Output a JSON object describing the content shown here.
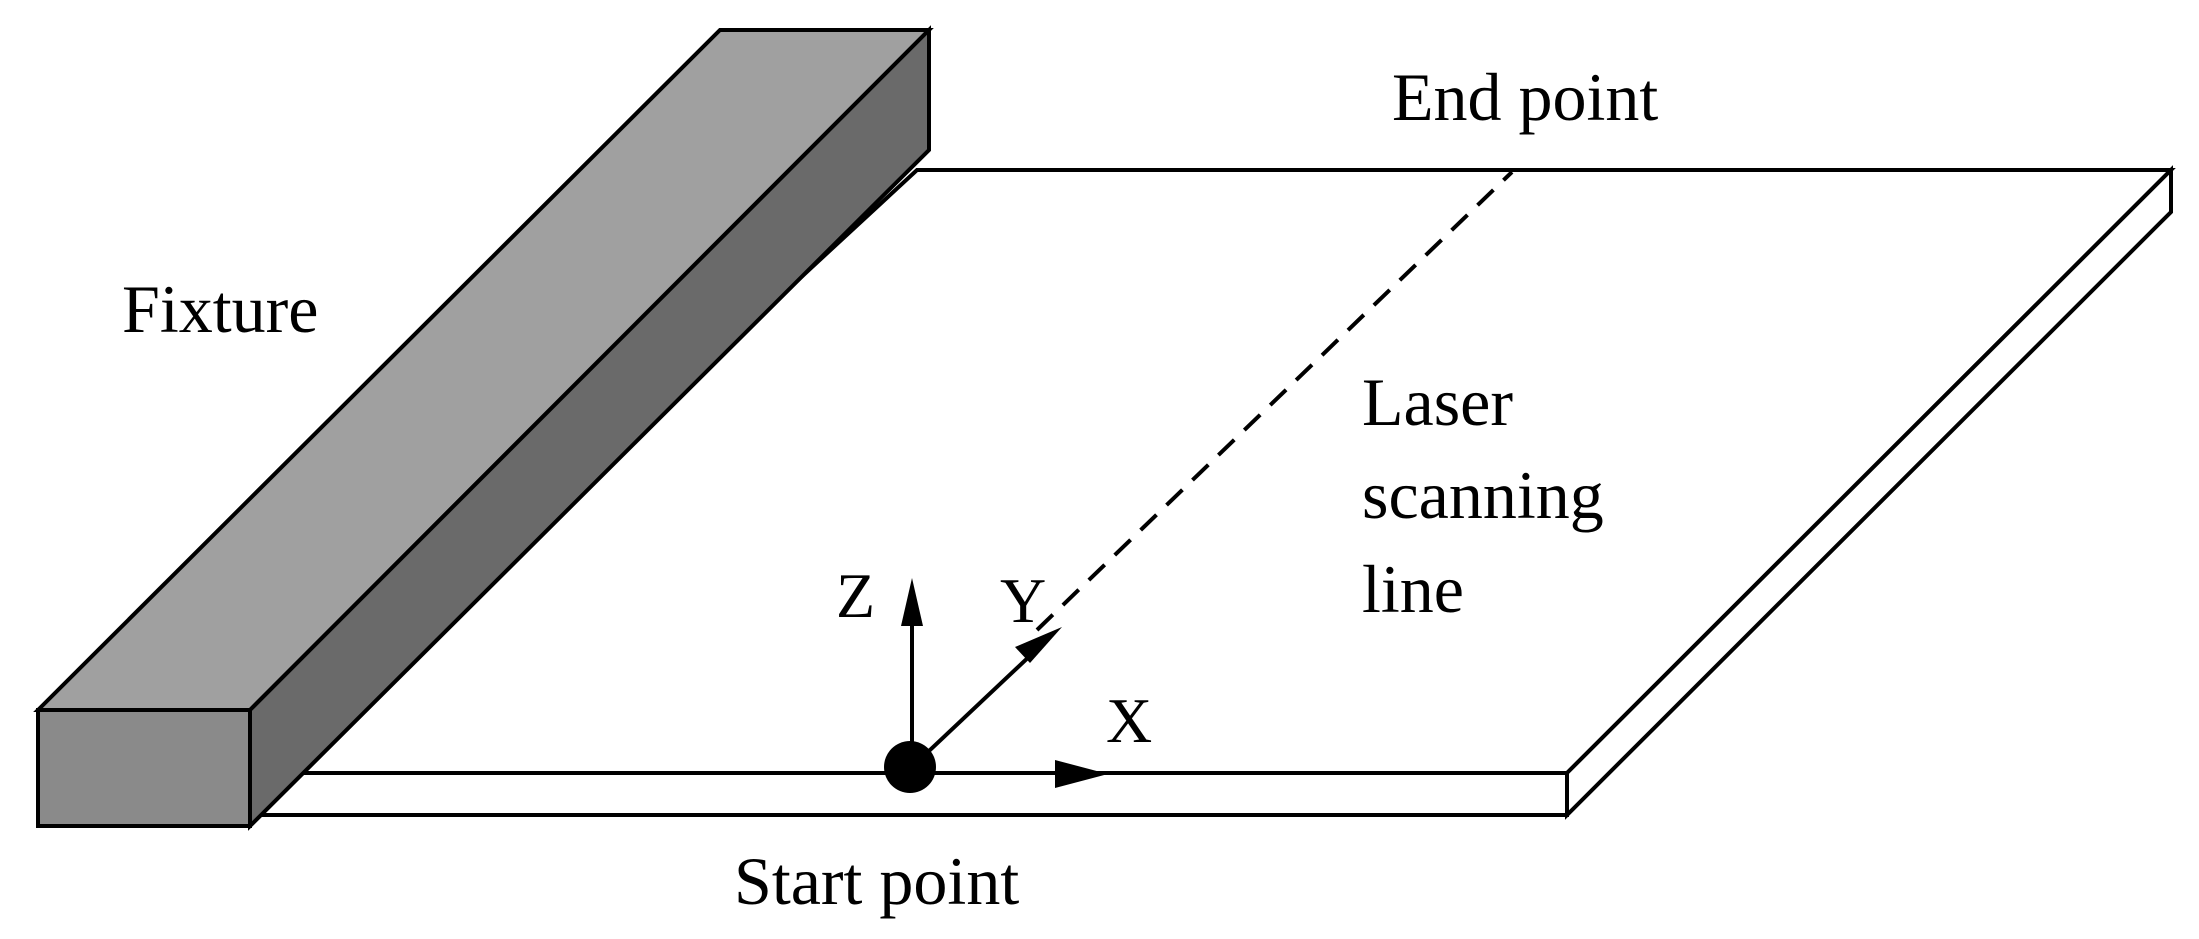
{
  "labels": {
    "fixture": "Fixture",
    "end_point": "End point",
    "start_point": "Start point",
    "laser_line_1": "Laser",
    "laser_line_2": "scanning",
    "laser_line_3": "line",
    "axis_x": "X",
    "axis_y": "Y",
    "axis_z": "Z"
  },
  "colors": {
    "fixture_front": "#8a8a8a",
    "fixture_top": "#a0a0a0",
    "fixture_side": "#6a6a6a",
    "plate": "#ffffff",
    "outline": "#000000"
  }
}
